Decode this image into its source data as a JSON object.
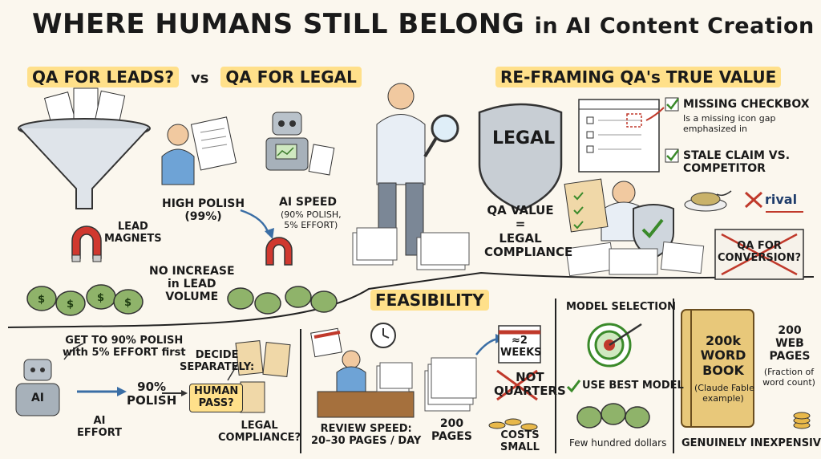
{
  "title": {
    "main": "WHERE HUMANS STILL BELONG",
    "tail": "in AI Content Creation"
  },
  "qa_section": {
    "left_heading": "QA FOR LEADS?",
    "vs": "vs",
    "right_heading": "QA FOR LEGAL",
    "lead_magnets": "LEAD\nMAGNETS",
    "high_polish": "HIGH POLISH\n(99%)",
    "ai_speed": "AI SPEED",
    "ai_speed_note": "(90% POLISH,\n5% EFFORT)",
    "no_increase": "NO INCREASE\nin LEAD\nVOLUME"
  },
  "reframe_section": {
    "heading": "RE-FRAMING QA's TRUE VALUE",
    "shield_label": "LEGAL",
    "qa_value": "QA VALUE\n=\nLEGAL\nCOMPLIANCE",
    "missing_checkbox": "MISSING CHECKBOX",
    "missing_note": "Is a missing icon gap\nemphasized in",
    "stale_claim": "STALE CLAIM VS.\nCOMPETITOR",
    "rival": "rival",
    "qa_conversion": "QA FOR\nCONVERSION?"
  },
  "process_section": {
    "polish_note": "GET TO 90% POLISH\nwith 5% EFFORT first",
    "ai_label": "AI",
    "ai_effort": "AI\nEFFORT",
    "polish_90": "90%\nPOLISH",
    "decide": "DECIDE\nSEPARATELY:",
    "human_pass": "HUMAN\nPASS?",
    "legal_compliance": "LEGAL\nCOMPLIANCE?"
  },
  "feasibility_section": {
    "heading": "FEASIBILITY",
    "review_speed": "REVIEW SPEED:\n20–30 PAGES / DAY",
    "pages_200": "200\nPAGES",
    "weeks": "≈2\nWEEKS",
    "not_quarters": "NOT\nQUARTERS",
    "costs_small": "COSTS\nSMALL"
  },
  "model_section": {
    "heading": "MODEL SELECTION",
    "use_best": "USE BEST MODEL",
    "few_hundred": "Few hundred dollars"
  },
  "book_section": {
    "book_title": "200k\nWORD\nBOOK",
    "book_note": "(Claude Fable\nexample)",
    "web_pages": "200\nWEB\nPAGES",
    "web_note": "(Fraction of\nword count)",
    "inexpensive": "GENUINELY INEXPENSIVE"
  },
  "colors": {
    "highlight": "#ffe08a",
    "green": "#5a8a3a",
    "red": "#c0392b",
    "blue": "#3a6ea5",
    "paper": "#fbf7ee"
  }
}
